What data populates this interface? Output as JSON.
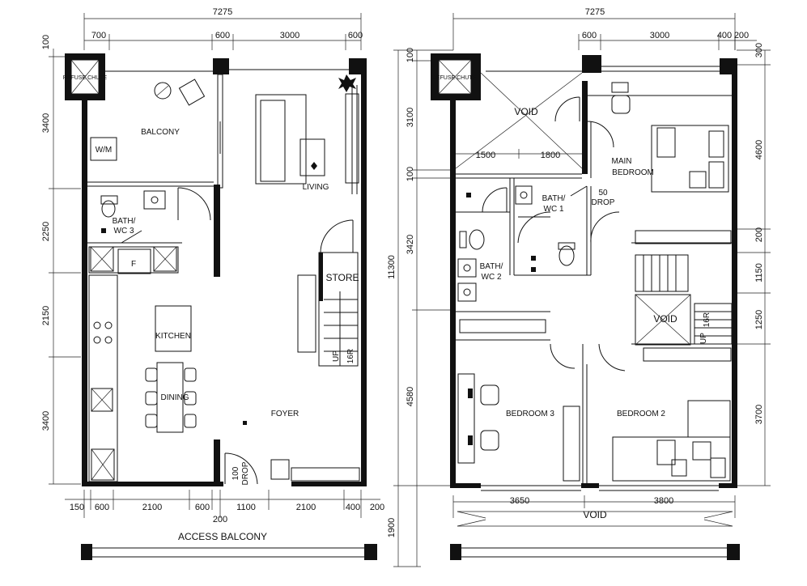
{
  "lower": {
    "dims_top": [
      "7275",
      "700",
      "600",
      "3000",
      "600"
    ],
    "dim_top_left": "100",
    "dims_left": [
      "3400",
      "2250",
      "2150",
      "3400"
    ],
    "dims_bottom": [
      "150",
      "600",
      "2100",
      "600",
      "1100",
      "2100",
      "400",
      "200"
    ],
    "dim_bottom_extra": "200",
    "rooms": {
      "refuse": "REFUSE CHUTE",
      "balcony": "BALCONY",
      "wm": "W/M",
      "living": "LIVING",
      "bath3_1": "BATH/",
      "bath3_2": "WC 3",
      "fridge": "F",
      "store": "STORE",
      "kitchen": "KITCHEN",
      "dining": "DINING",
      "foyer": "FOYER",
      "stair_up": "UP",
      "stair_risers": "16R",
      "drop_val": "100",
      "drop": "DROP"
    },
    "access_balcony": "ACCESS BALCONY"
  },
  "upper": {
    "dims_top": [
      "7275",
      "600",
      "3000",
      "400",
      "200"
    ],
    "dims_left": [
      "100",
      "3100",
      "100",
      "3420",
      "4580",
      "1900"
    ],
    "dim_total": "11300",
    "dims_right": [
      "300",
      "4600",
      "200",
      "1150",
      "1250",
      "3700"
    ],
    "dims_void": [
      "1500",
      "1800"
    ],
    "dims_bottom": [
      "3650",
      "3800"
    ],
    "rooms": {
      "refuse": "REFUSE CHUTE",
      "void_top": "VOID",
      "main_bed_1": "MAIN",
      "main_bed_2": "BEDROOM",
      "bath1_1": "BATH/",
      "bath1_2": "WC 1",
      "drop_val": "50",
      "drop": "DROP",
      "bath2_1": "BATH/",
      "bath2_2": "WC 2",
      "void_mid": "VOID",
      "stair_up": "UP",
      "stair_risers": "16R",
      "bed3": "BEDROOM 3",
      "bed2": "BEDROOM 2",
      "void_bottom": "VOID"
    }
  }
}
